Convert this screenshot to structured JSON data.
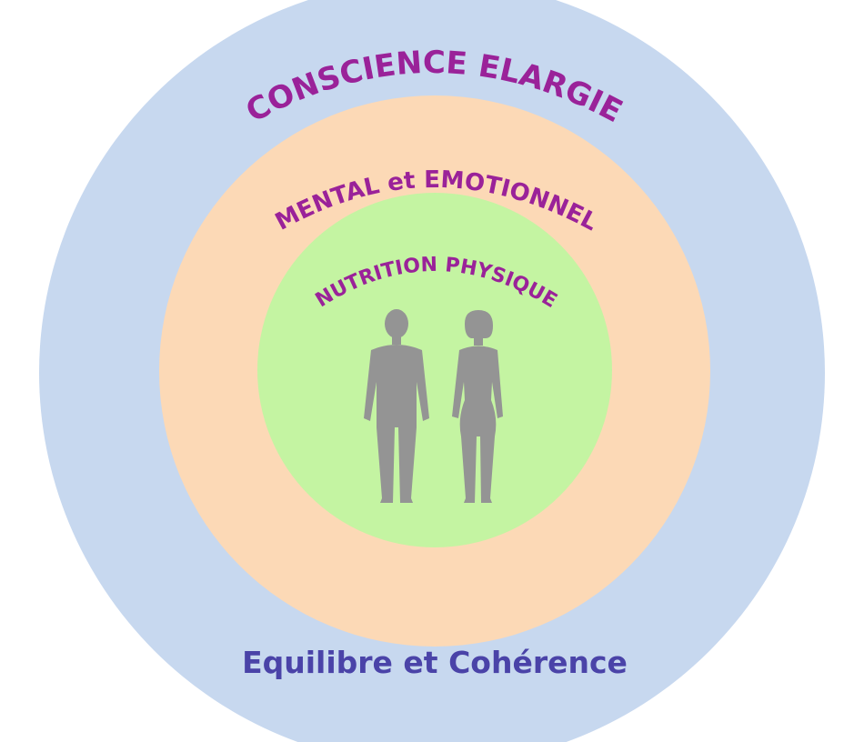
{
  "diagram": {
    "outer_label": "CONSCIENCE ELARGIE",
    "middle_label": "MENTAL et EMOTIONNEL",
    "inner_label": "NUTRITION PHYSIQUE",
    "footer_label": "Equilibre et Cohérence"
  },
  "colors": {
    "outer_ring": "#c7d8ef",
    "middle_ring": "#fcd9b6",
    "inner_ring": "#c4f4a2",
    "arc_text": "#9a2299",
    "footer_text": "#4a43a8",
    "figures": "#949494"
  },
  "icons": [
    "man-silhouette-icon",
    "woman-silhouette-icon"
  ]
}
